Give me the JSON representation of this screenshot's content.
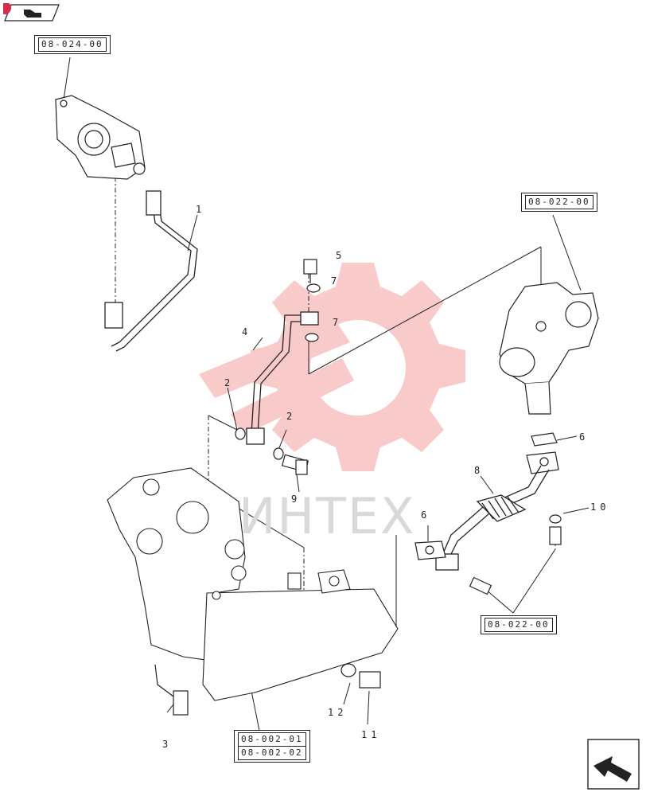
{
  "references": {
    "top_left": "08-024-00",
    "right_upper": "08-022-00",
    "right_lower": "08-022-00",
    "bottom_a": "08-002-01",
    "bottom_b": "08-002-02"
  },
  "callouts": {
    "n1": "1",
    "n2a": "2",
    "n2b": "2",
    "n3": "3",
    "n4": "4",
    "n5": "5",
    "n6a": "6",
    "n6b": "6",
    "n7a": "7",
    "n7b": "7",
    "n8": "8",
    "n9": "9",
    "n10": "10",
    "n11": "11",
    "n12": "12"
  },
  "watermark": {
    "text": "ИНТЕХ",
    "color": "#f3a6a6"
  },
  "icons": {
    "prev": "hand-pointer-icon",
    "next": "next-page-arrow-icon"
  }
}
